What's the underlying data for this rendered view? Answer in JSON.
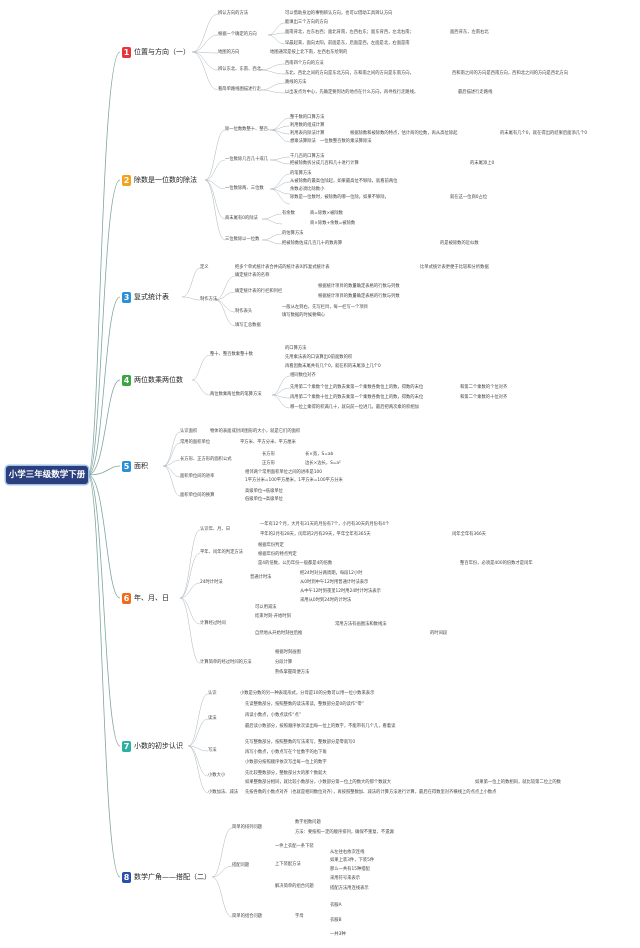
{
  "root": {
    "label": "小学三年级数学下册"
  },
  "colors": {
    "s1": "#e8343b",
    "s2": "#f2a31a",
    "s3": "#2b8fd6",
    "s4": "#3aa543",
    "s5": "#2b8fd6",
    "s6": "#f26a1a",
    "s7": "#2eb0a0",
    "s8": "#2b4fa8",
    "line": "#9aa7b0"
  },
  "sections": [
    {
      "num": "1",
      "title": "位置与方向（一）"
    },
    {
      "num": "2",
      "title": "除数是一位数的除法"
    },
    {
      "num": "3",
      "title": "复式统计表"
    },
    {
      "num": "4",
      "title": "两位数乘两位数"
    },
    {
      "num": "5",
      "title": "面积"
    },
    {
      "num": "6",
      "title": "年、月、日"
    },
    {
      "num": "7",
      "title": "小数的初步认识"
    },
    {
      "num": "8",
      "title": "数学广角——搭配（二）"
    }
  ],
  "nodes": [
    "辨认方向的方法",
    "可以借助身边的事物辨认方向，也可以借助工具辨认方向",
    "根据一个确定的方向",
    "能填出三个方向的方向",
    "面南背北，左东右西；面北背南，左西右东；面东背西，左北右南；",
    "面西背东，左南右北",
    "早晨起来，面向太阳，前面是东，后面是西，左面是北，右面是南",
    "地图的方向",
    "地图通常是按上北下南，左西右东绘制的",
    "辨认东北、东南、西北、",
    "西南四个方向的方法",
    "东北、西北之间的方向是东北方向，东和南之间的方向是东南方向，",
    "西和南之间的方向是西南方向，西和北之间的方向是西北方向",
    "看简单路线图描述行走",
    "路线的方法",
    "以出发点为中心，先确定要到达的地点在什么方向，再寻找行走路线，",
    "最后描述行走路线",
    "除一位数数整十、整百、",
    "整千数的口算方法",
    "利用数的组成计算",
    "利用表内除法计算",
    "根据除数和被除数的特点，估计商的位数，再从高位除起",
    "的末尾有几个0，就在得出的结果后面添几个0",
    "想乘法算除法",
    "一位数整百数的乘法算除法",
    "一位数除几百几十或几",
    "千几百的口算方法",
    "把被除数拆分成几百和几十进行计算",
    "的末尾添上0",
    "一位数除两、三位数",
    "的笔算方法",
    "从被除数的最高位除起，如果最高位不够除，就看前两位",
    "余数必须比除数小",
    "除数是一位数时，被除数的哪一位除，如果不够除，",
    "就在这一位商0占位",
    "商末尾有0的除法",
    "有余数",
    "商=除数×被除数",
    "商×除数+余数=被除数",
    "三位数除以一位数",
    "的估算方法",
    "把被除数估成几百几十的数再算",
    "的是被除数的近似数",
    "定义",
    "把多个单式统计表合并成的统计表叫作复式统计表",
    "比单式统计表更便于比较和分析数据",
    "制作方法",
    "确定统计表的名称",
    "确定统计表的行栏和列栏",
    "根据统计项目的数量确定表格的行数与列数",
    "根据统计项目的数量确定表格的行数与列数",
    "制作表头",
    "一般从左到右，先写栏目，每一栏写一个项目",
    "填写数据的时候要细心",
    "填写汇总数据",
    "整十、整百数乘整十数",
    "的口算方法",
    "先用乘法表的口诀算出0前面数的积",
    "再看因数末尾共有几个0，就在积的末尾添上几个0",
    "两位数乘两位数的笔算方法",
    "相同数位对齐",
    "先用第二个乘数个位上的数去乘第一个乘数各数位上的数，得数的末位",
    "和第二个乘数的个位对齐",
    "再用第二个乘数十位上的数去乘第一个乘数各数位上的数，得数的末位",
    "和第二个乘数的十位对齐",
    "哪一位上乘得的积满几十，就向前一位进几，最后把两次乘的积相加",
    "认识面积",
    "物体的表面或封闭图形的大小，就是它们的面积",
    "常用的面积单位",
    "平方米、平方分米、平方厘米",
    "长方形、正方形的面积公式",
    "长方形",
    "长×宽，S=ab",
    "正方形",
    "边长×边长，S=a²",
    "面积单位间的进率",
    "相邻两个常用面积单位之间的进率是100",
    "1平方分米=100平方厘米，1平方米=100平方分米",
    "面积单位间的换算",
    "高级单位→低级单位",
    "低级单位→高级单位",
    "认识年、月、日",
    "一年有12个月，大月有31天的月份有7个，小月有30天的月份有4个",
    "平年的2月有28天，闰年的2月有29天，平年全年有365天",
    "闰年全年有366天",
    "平年、闰年的判定方法",
    "根据年份判定",
    "根据年份的特点判定",
    "是4的倍数，公历年份一般都是4的倍数",
    "整百年份，必须是400的倍数才是闰年",
    "24时计时法",
    "普通计时法",
    "把24时对分两周期，每段12小时",
    "从0时到中午12时用普通计时法表示",
    "从中午12时到夜里12时用24时计时法表示",
    "采用从0时到24时的计时法",
    "计算经过时间",
    "可以用减法",
    "结束时刻-开始时刻",
    "自然地从开始时刻往后推",
    "常用方法有画图法和数线法",
    "的时间段",
    "计算简单的经过时间的方法",
    "根据时刻画图",
    "分段计算",
    "熟练掌握简便方法",
    "认识",
    "小数是分数的另一种表现形式，分母是10的分数可以用一位小数来表示",
    "读法",
    "先读整数部分，按照整数的读法来读，整数部分是0的读作“零”",
    "再读小数点，小数点读作“点”",
    "最后读小数部分，按照顺序依次读出每一位上的数字，不能带有几个几，看着读",
    "写法",
    "先写整数部分，按照整数的写法来写，整数部分是零就写0",
    "再写小数点，小数点写在个位数字的右下角",
    "小数部分按照顺序依次写出每一位上的数字",
    "小数大小",
    "先比较整数部分，整数部分大的那个数就大",
    "如果整数部分相同，就比较小数部分，小数部分第一位上的数大的那个数就大",
    "如果第一位上的数相同，就比较第二位上的数",
    "小数加法、减法",
    "先按各数的小数点对齐（也就是相同数位对齐），再按照整数加、减法的计算方法进行计算，最后在得数里对齐横线上的点点上小数点",
    "简单的排列问题",
    "数字组数问题",
    "方法：要按照一定的顺序排列，确保不重复、不遗漏",
    "搭配问题",
    "一件上衣配一条下装",
    "从左往右依次连线",
    "上下装配方法",
    "如果上装3件，下装5件",
    "那么一共有15种搭配",
    "解决简单的组合问题",
    "采用符号来表示",
    "搭配方法用连线表示",
    "简单的组合问题",
    "字母",
    "衣服A",
    "衣服B",
    "一共3种"
  ]
}
